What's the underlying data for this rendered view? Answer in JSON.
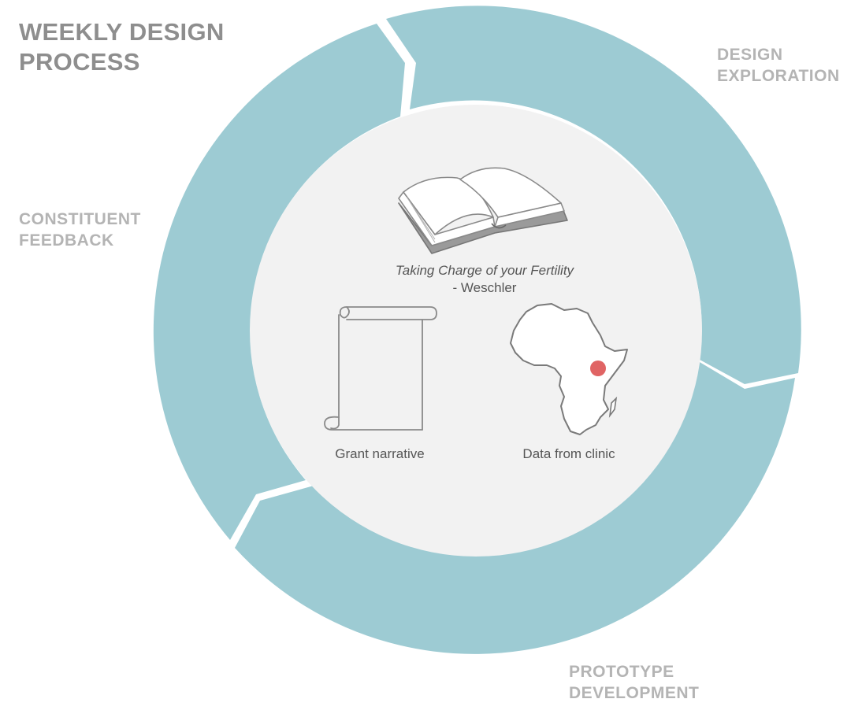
{
  "title": {
    "line1": "WEEKLY DESIGN",
    "line2": "PROCESS"
  },
  "stages": {
    "design": {
      "line1": "DESIGN",
      "line2": "EXPLORATION"
    },
    "prototype": {
      "line1": "PROTOTYPE",
      "line2": "DEVELOPMENT"
    },
    "feedback": {
      "line1": "CONSTITUENT",
      "line2": "FEEDBACK"
    }
  },
  "center": {
    "book": {
      "title": "Taking Charge of your Fertility",
      "author": "- Weschler"
    },
    "grant": {
      "label": "Grant narrative"
    },
    "clinic": {
      "label": "Data from clinic"
    }
  },
  "colors": {
    "ring": "#9dcbd3",
    "center_fill": "#f2f2f2",
    "title": "#8e8e8e",
    "stage_label": "#b4b4b4",
    "caption": "#555555",
    "icon_stroke": "#8a8a8a",
    "clinic_marker": "#e06464"
  },
  "icons": [
    "book-icon",
    "scroll-icon",
    "africa-map-icon",
    "location-marker-icon"
  ]
}
